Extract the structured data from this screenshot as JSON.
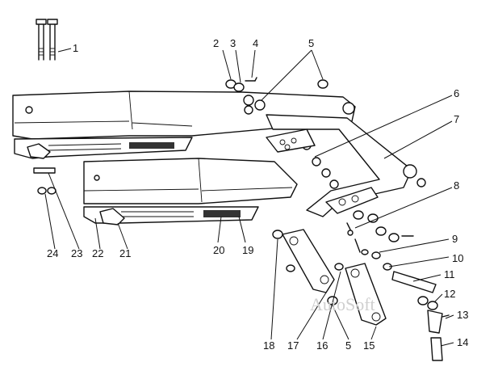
{
  "callouts": [
    {
      "id": "1",
      "text": "1"
    },
    {
      "id": "2",
      "text": "2"
    },
    {
      "id": "3",
      "text": "3"
    },
    {
      "id": "4",
      "text": "4"
    },
    {
      "id": "5a",
      "text": "5"
    },
    {
      "id": "6",
      "text": "6"
    },
    {
      "id": "7",
      "text": "7"
    },
    {
      "id": "8",
      "text": "8"
    },
    {
      "id": "9",
      "text": "9"
    },
    {
      "id": "10",
      "text": "10"
    },
    {
      "id": "11",
      "text": "11"
    },
    {
      "id": "12",
      "text": "12"
    },
    {
      "id": "13",
      "text": "13"
    },
    {
      "id": "14",
      "text": "14"
    },
    {
      "id": "15",
      "text": "15"
    },
    {
      "id": "5b",
      "text": "5"
    },
    {
      "id": "16",
      "text": "16"
    },
    {
      "id": "17",
      "text": "17"
    },
    {
      "id": "18",
      "text": "18"
    },
    {
      "id": "19",
      "text": "19"
    },
    {
      "id": "20",
      "text": "20"
    },
    {
      "id": "21",
      "text": "21"
    },
    {
      "id": "22",
      "text": "22"
    },
    {
      "id": "23",
      "text": "23"
    },
    {
      "id": "24",
      "text": "24"
    }
  ],
  "watermark": "AutoSoft"
}
